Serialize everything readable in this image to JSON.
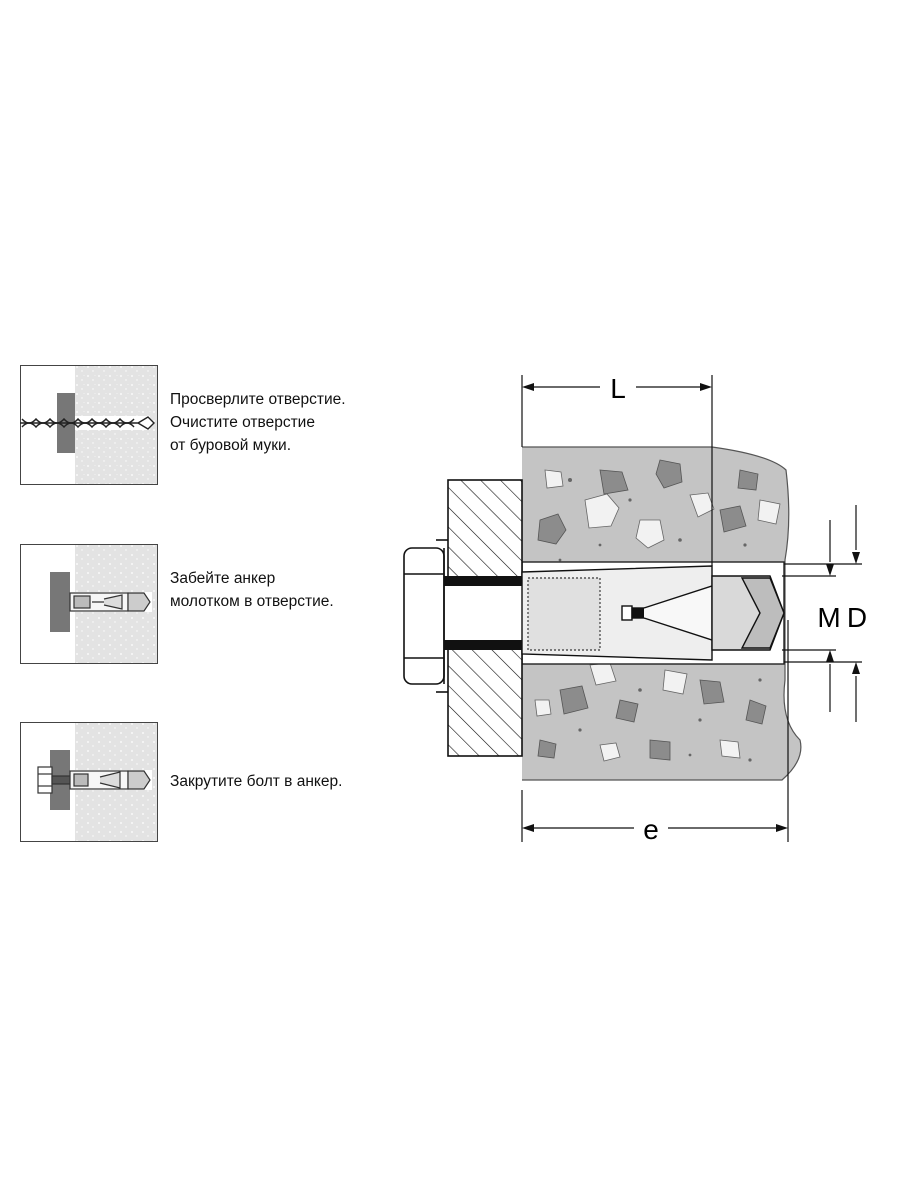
{
  "steps": [
    {
      "lines": [
        "Просверлите отверстие.",
        "Очистите отверстие",
        "от буровой муки."
      ]
    },
    {
      "lines": [
        "Забейте анкер",
        "молотком в отверстие."
      ]
    },
    {
      "lines": [
        "Закрутите болт в анкер."
      ]
    }
  ],
  "dimensions": {
    "L": "L",
    "e": "e",
    "M": "M",
    "D": "D"
  }
}
